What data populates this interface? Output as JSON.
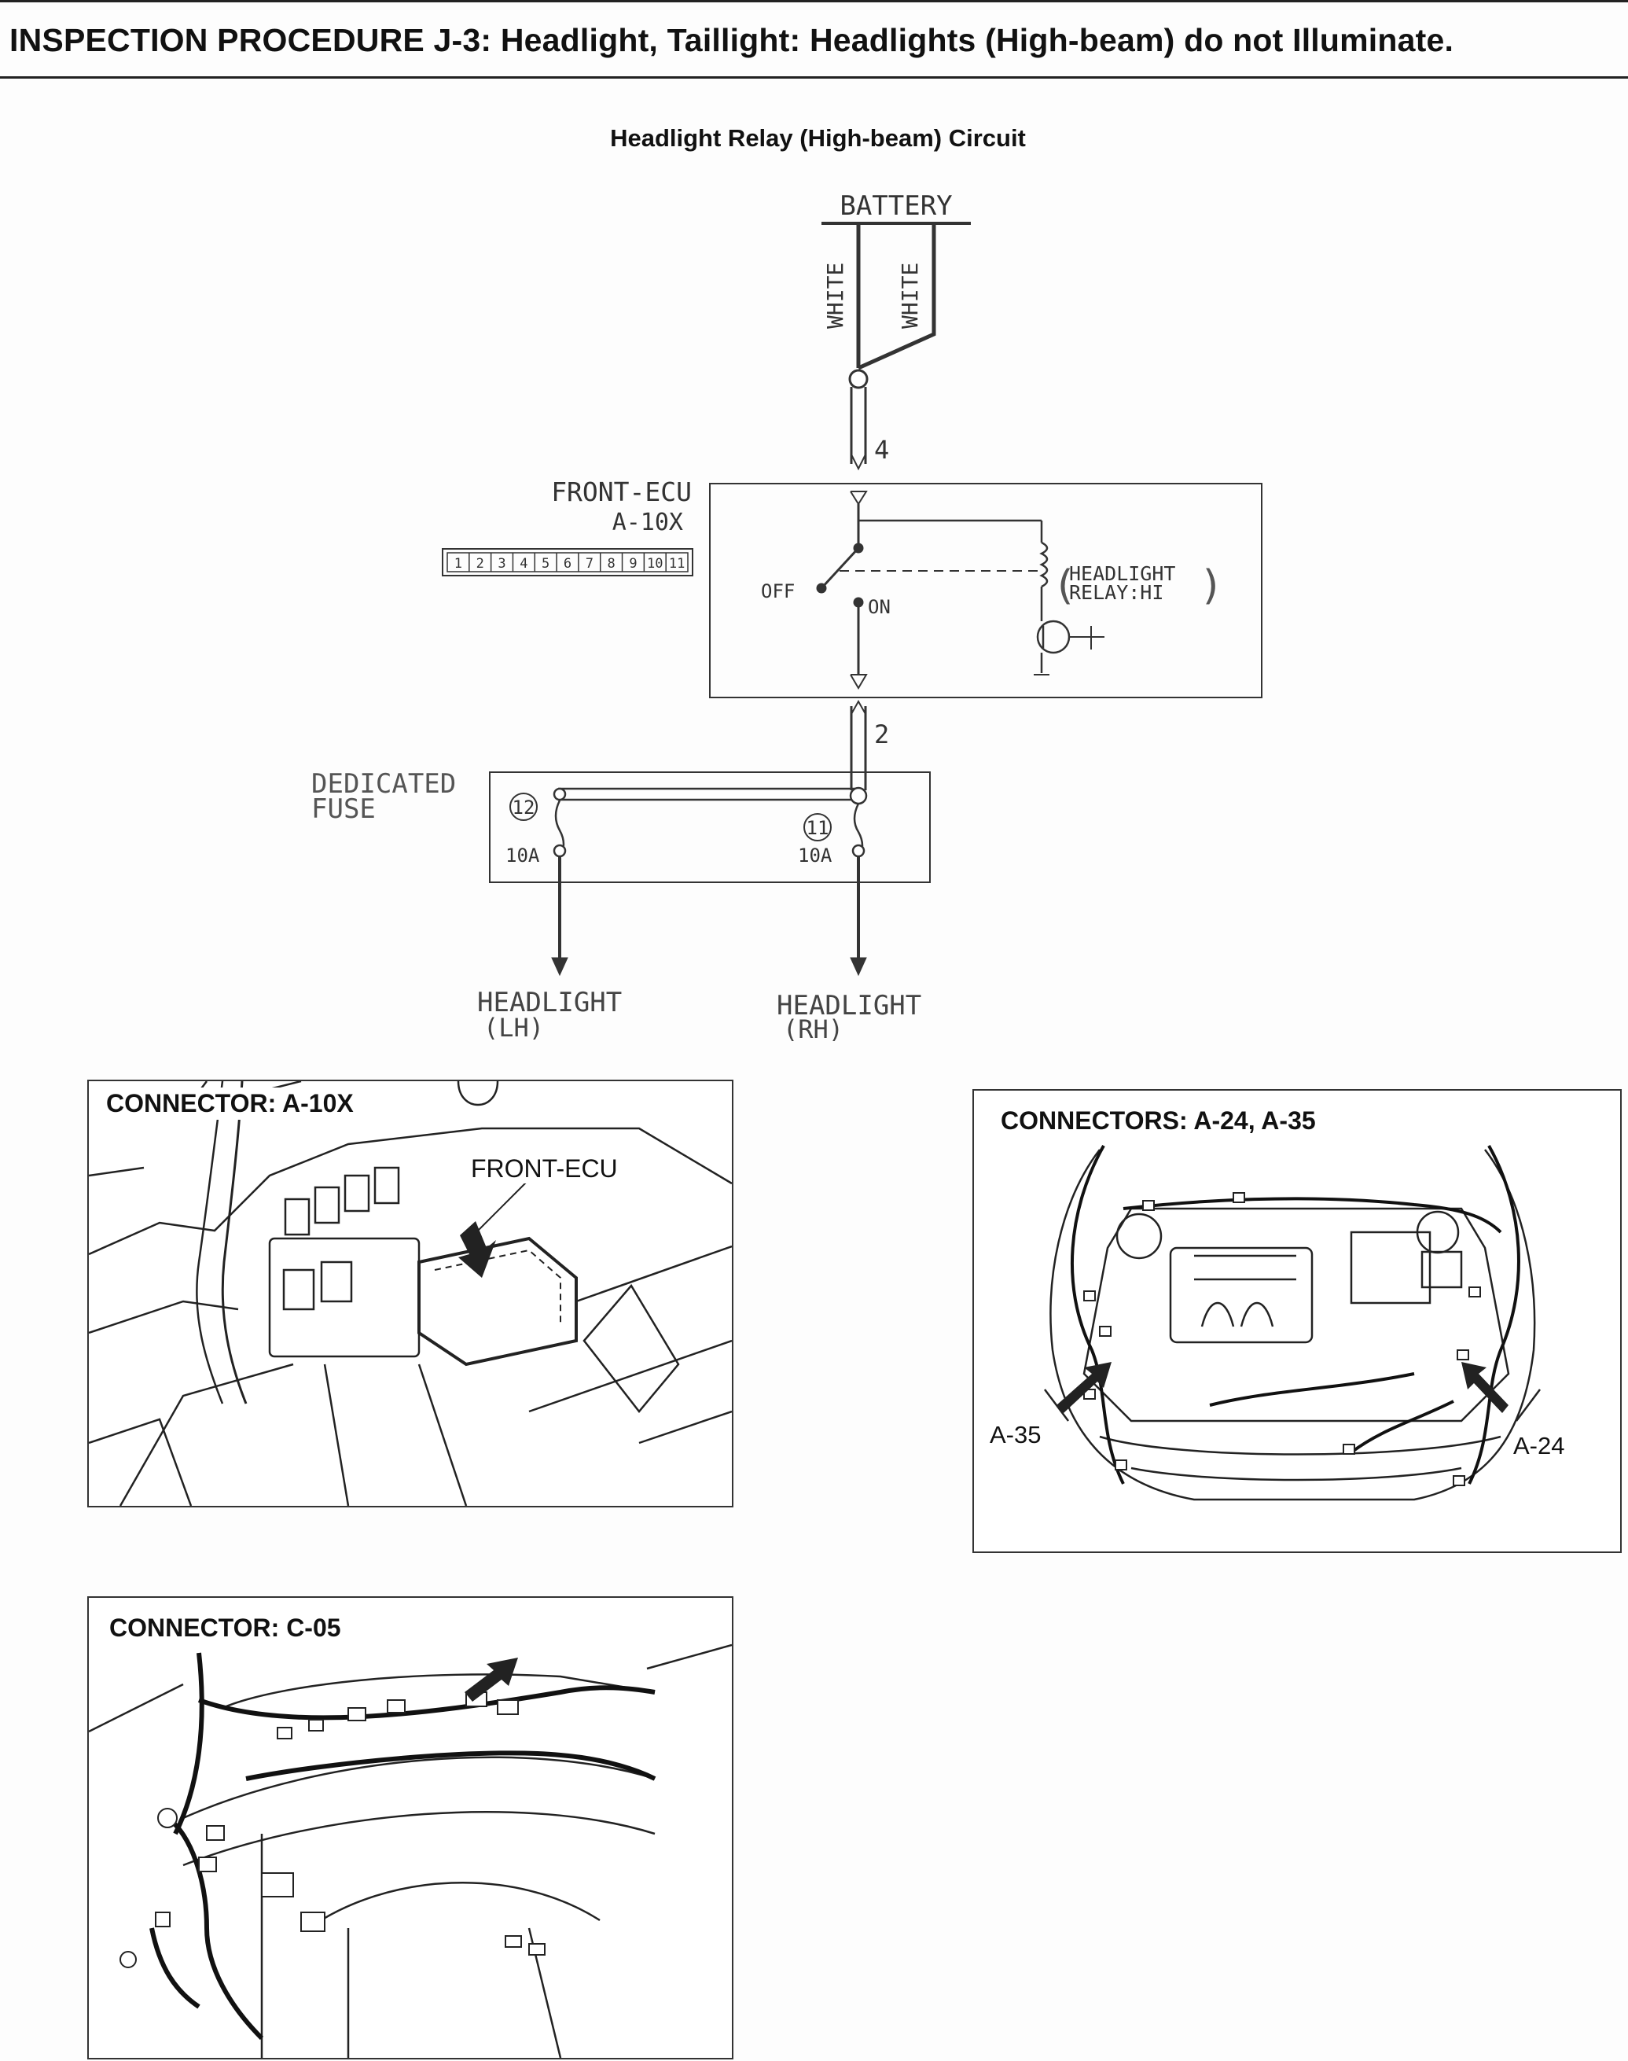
{
  "page": {
    "title": "INSPECTION PROCEDURE J-3: Headlight, Taillight: Headlights (High-beam) do not Illuminate."
  },
  "circuit": {
    "title": "Headlight Relay (High-beam) Circuit",
    "battery": "BATTERY",
    "wire_left": "WHITE",
    "wire_right": "WHITE",
    "pin_top": "4",
    "pin_bottom": "2",
    "ecu_name": "FRONT-ECU",
    "ecu_connector": "A-10X",
    "connector_pins": [
      "1",
      "2",
      "3",
      "4",
      "5",
      "6",
      "7",
      "8",
      "9",
      "10",
      "11"
    ],
    "switch_off": "OFF",
    "switch_on": "ON",
    "relay_line1": "HEADLIGHT",
    "relay_line2": "RELAY:HI",
    "fuse_line1": "DEDICATED",
    "fuse_line2": "FUSE",
    "fuse_left_no": "12",
    "fuse_right_no": "11",
    "fuse_left_rating": "10A",
    "fuse_right_rating": "10A",
    "out_left_line1": "HEADLIGHT",
    "out_left_line2": "(LH)",
    "out_right_line1": "HEADLIGHT",
    "out_right_line2": "(RH)"
  },
  "panels": {
    "a10x": {
      "label": "CONNECTOR: A-10X",
      "callout": "FRONT-ECU"
    },
    "a24": {
      "label": "CONNECTORS: A-24, A-35",
      "callout_left": "A-35",
      "callout_right": "A-24"
    },
    "c05": {
      "label": "CONNECTOR: C-05"
    }
  }
}
